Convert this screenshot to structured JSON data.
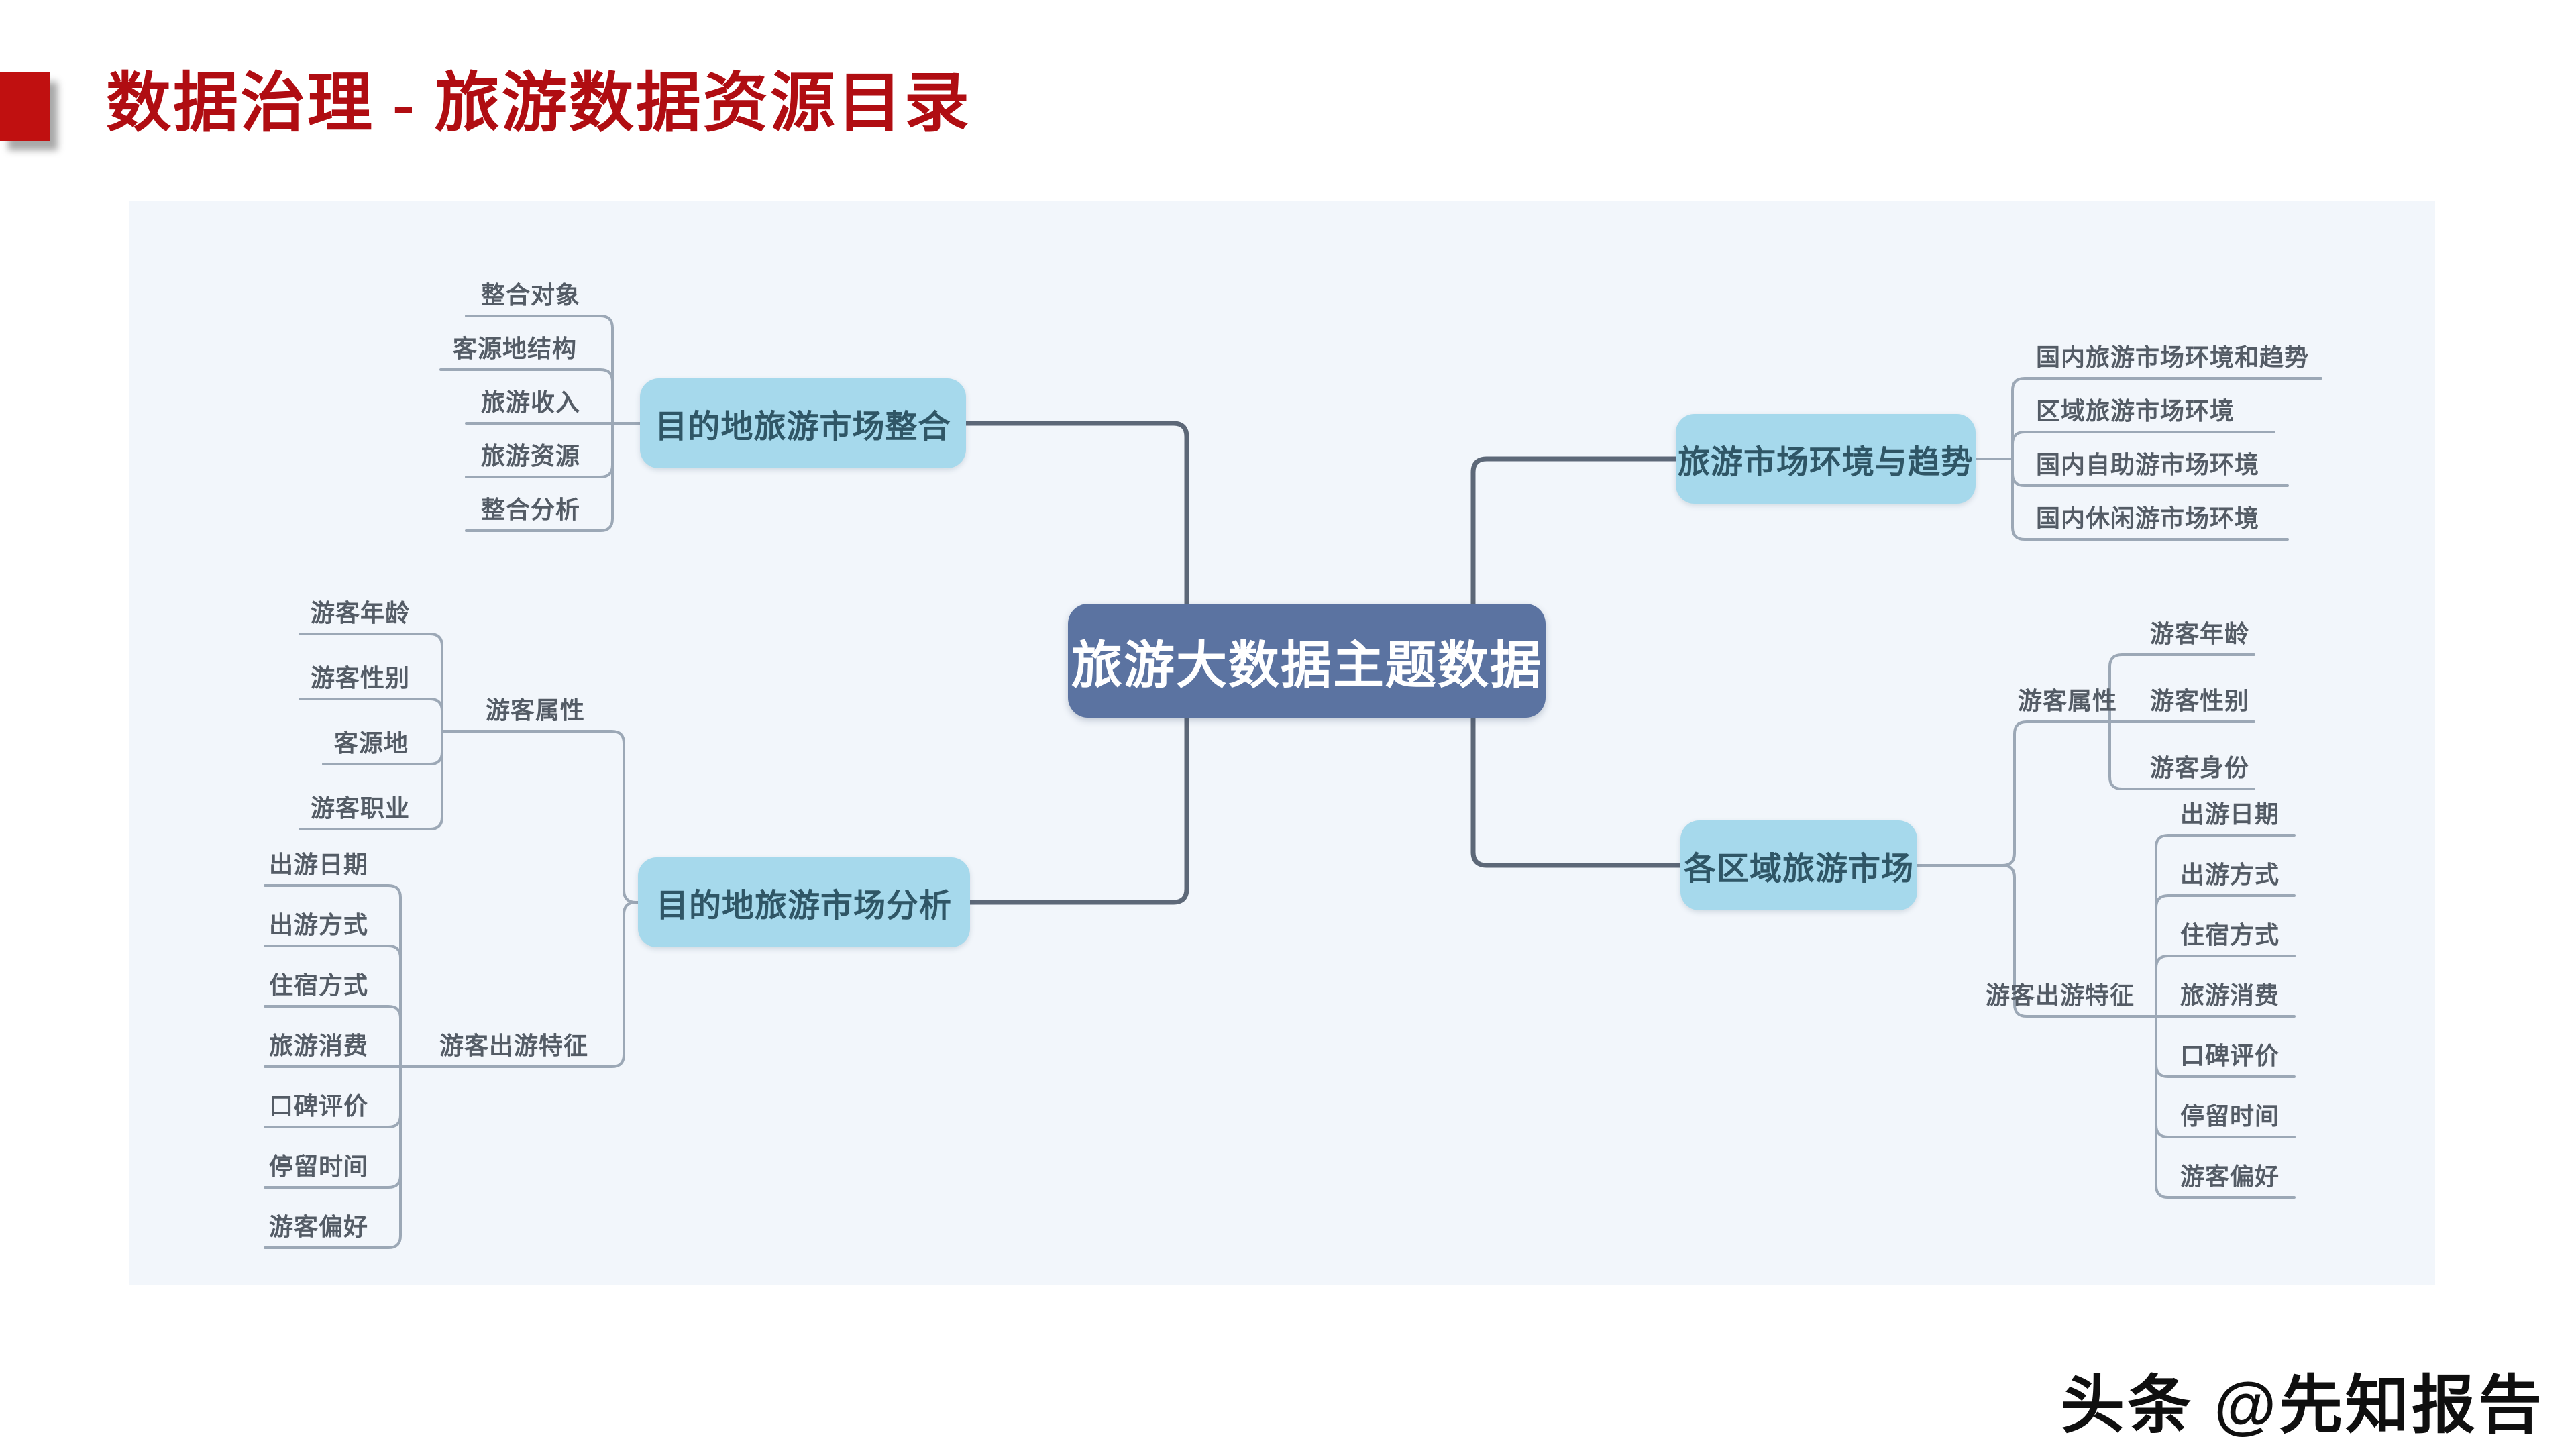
{
  "header": {
    "title": "数据治理 - 旅游数据资源目录"
  },
  "watermark": {
    "text": "头条 @先知报告"
  },
  "colors": {
    "title_red": "#b00d12",
    "accent_square_red": "#c01010",
    "panel_background": "#f2f6fb",
    "root_node_fill": "#5b73a1",
    "root_node_text": "#ffffff",
    "branch_node_fill": "#a6d9ec",
    "branch_node_text": "#2f5666",
    "leaf_text": "#545c66",
    "leaf_wire": "#9ca8b6",
    "trunk_wire": "#5d6878"
  },
  "mindmap": {
    "root": "旅游大数据主题数据",
    "branches": [
      {
        "label": "目的地旅游市场整合",
        "children": [
          "整合对象",
          "客源地结构",
          "旅游收入",
          "旅游资源",
          "整合分析"
        ]
      },
      {
        "label": "目的地旅游市场分析",
        "groups": [
          {
            "label": "游客属性",
            "children": [
              "游客年龄",
              "游客性别",
              "客源地",
              "游客职业"
            ]
          },
          {
            "label": "游客出游特征",
            "children": [
              "出游日期",
              "出游方式",
              "住宿方式",
              "旅游消费",
              "口碑评价",
              "停留时间",
              "游客偏好"
            ]
          }
        ]
      },
      {
        "label": "旅游市场环境与趋势",
        "children": [
          "国内旅游市场环境和趋势",
          "区域旅游市场环境",
          "国内自助游市场环境",
          "国内休闲游市场环境"
        ]
      },
      {
        "label": "各区域旅游市场",
        "groups": [
          {
            "label": "游客属性",
            "children": [
              "游客年龄",
              "游客性别",
              "游客身份"
            ]
          },
          {
            "label": "游客出游特征",
            "children": [
              "出游日期",
              "出游方式",
              "住宿方式",
              "旅游消费",
              "口碑评价",
              "停留时间",
              "游客偏好"
            ]
          }
        ]
      }
    ]
  }
}
